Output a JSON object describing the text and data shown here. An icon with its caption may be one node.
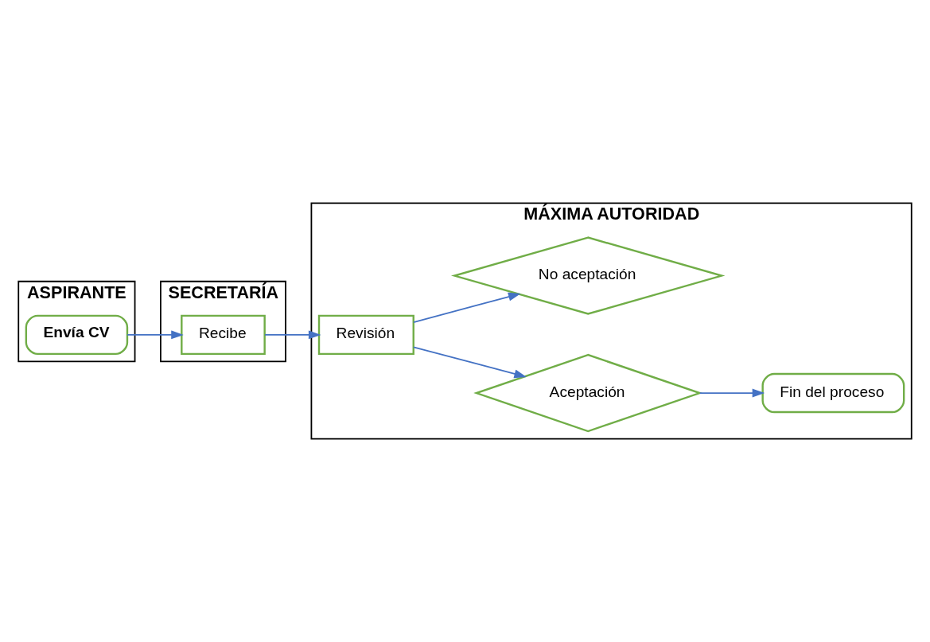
{
  "diagram": {
    "nodes": [
      {
        "text": [
          "ASPIRANTE"
        ]
      },
      {
        "text": [
          "SECRETARÍA"
        ]
      },
      {
        "text": [
          "MÁXIMA AUTORIDAD"
        ]
      },
      {
        "text": [
          "Envía CV"
        ],
        "in": 0
      },
      {
        "text": [
          "Recibe"
        ],
        "in": 1
      },
      {
        "text": [
          "Revisión"
        ],
        "in": 2
      },
      {
        "text": [
          "Aceptación"
        ],
        "in": 2
      },
      {
        "text": [
          "No aceptación"
        ],
        "in": 2
      },
      {
        "text": [
          "Fin del proceso"
        ],
        "in": 2
      }
    ],
    "edges": [
      {
        "from": 3,
        "to": 4,
        "arrow": "to"
      },
      {
        "from": 4,
        "to": 5,
        "arrow": "to"
      },
      {
        "from": 5,
        "to": 6,
        "arrow": "to"
      },
      {
        "from": 5,
        "to": 7,
        "arrow": "to"
      },
      {
        "from": 6,
        "to": 8,
        "arrow": "to"
      }
    ]
  }
}
